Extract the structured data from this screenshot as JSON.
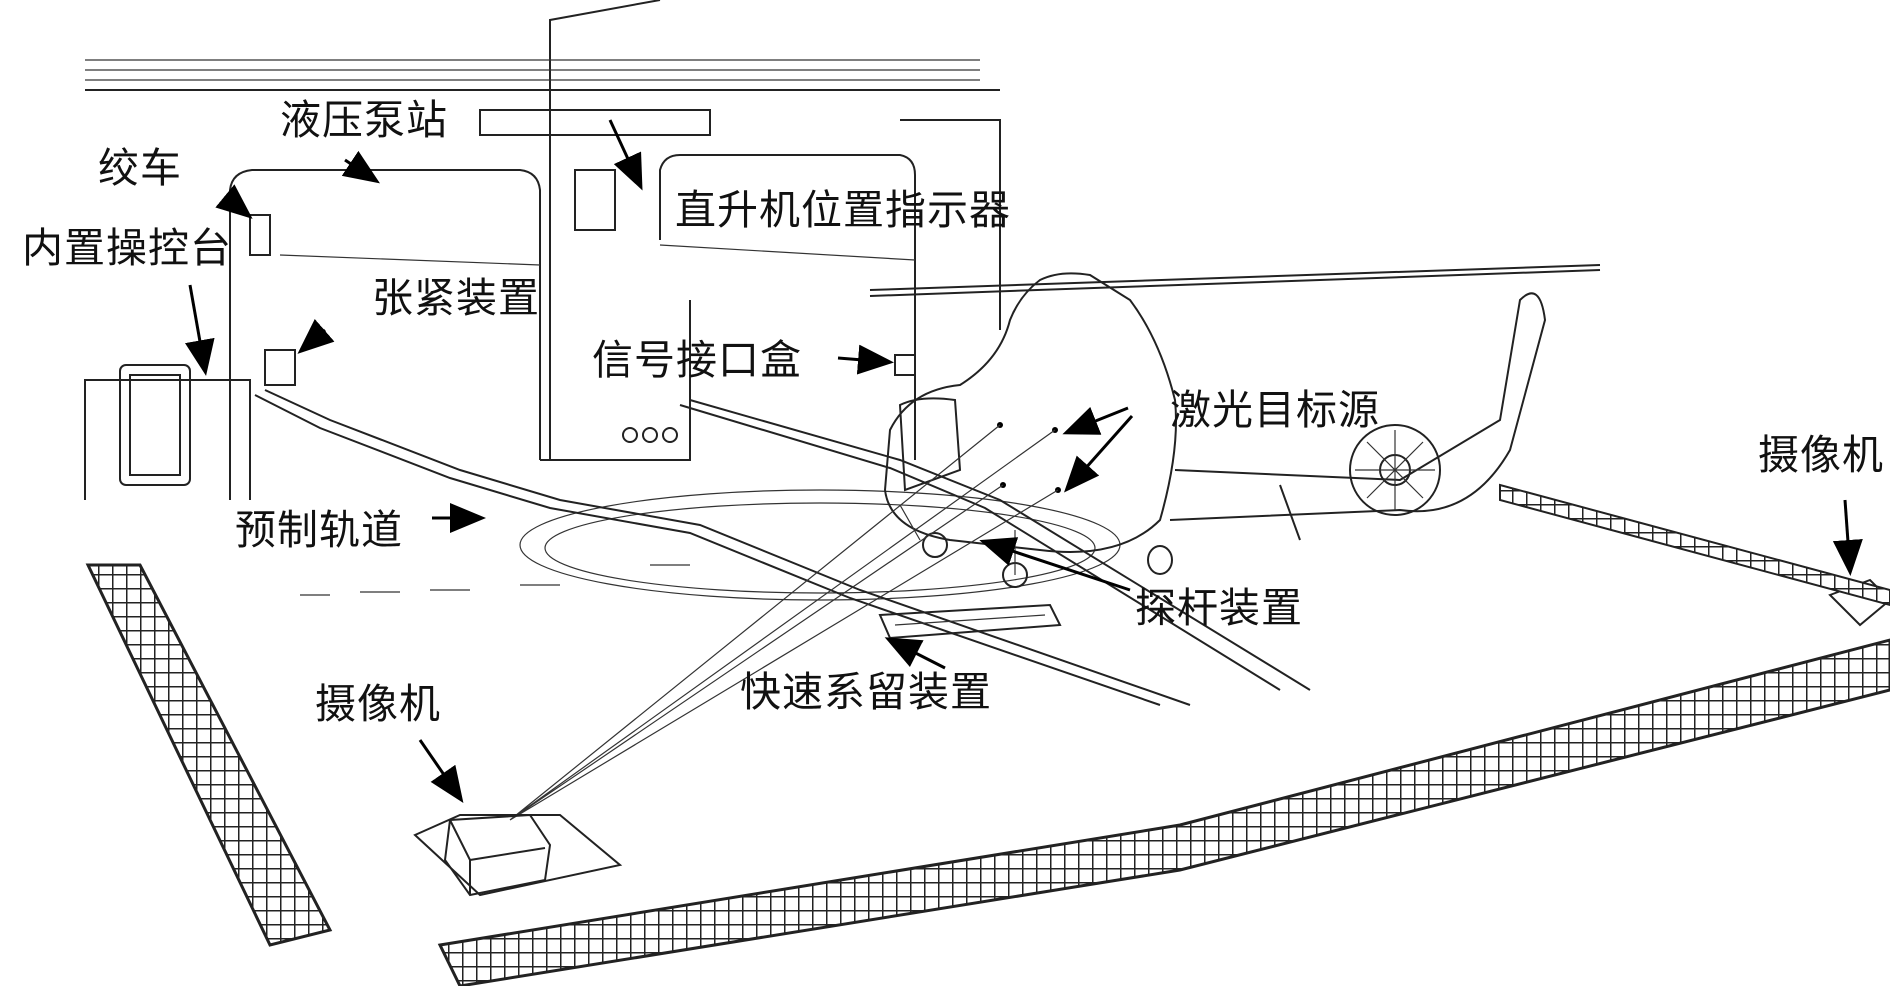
{
  "labels": {
    "winch": "绞车",
    "hydraulic_pump_station": "液压泵站",
    "built_in_console": "内置操控台",
    "helicopter_position_indicator": "直升机位置指示器",
    "tensioner": "张紧装置",
    "signal_interface_box": "信号接口盒",
    "laser_target_source": "激光目标源",
    "camera_right": "摄像机",
    "prefab_track": "预制轨道",
    "probe_rod_device": "探杆装置",
    "quick_mooring_device": "快速系留装置",
    "camera_left": "摄像机"
  },
  "icons": {
    "arrow": "arrow-icon",
    "helicopter": "helicopter-drawing",
    "camera": "camera-box-drawing",
    "deck_net": "safety-net-drawing"
  }
}
